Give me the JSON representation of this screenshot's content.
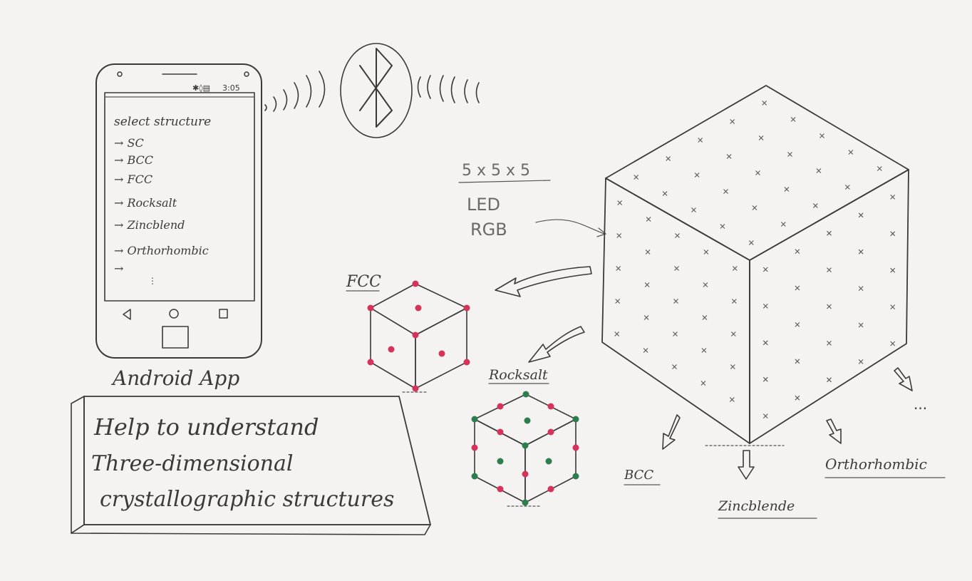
{
  "phone": {
    "status": "3:05",
    "menu_title": "select structure",
    "items": [
      "→ SC",
      "→ BCC",
      "→ FCC",
      "→ Rocksalt",
      "→ Zincblend",
      "→ Orthorhombic",
      "→"
    ],
    "caption": "Android App"
  },
  "bluetooth": {
    "icon": "bluetooth-icon"
  },
  "cube_label": {
    "size": "5 x 5 x 5",
    "line1": "LED",
    "line2": "RGB"
  },
  "structures": {
    "fcc": "FCC",
    "rocksalt": "Rocksalt",
    "bcc": "BCC",
    "zincblende": "Zincblende",
    "orthorhombic": "Orthorhombic",
    "more": "..."
  },
  "sign": {
    "line1": "Help to understand",
    "line2": "Three-dimensional",
    "line3": "crystallographic structures"
  },
  "colors": {
    "ink": "#3a3a3a",
    "fcc_atom": "#d6335a",
    "rocksalt_red": "#d6335a",
    "rocksalt_green": "#2e7d4e"
  }
}
